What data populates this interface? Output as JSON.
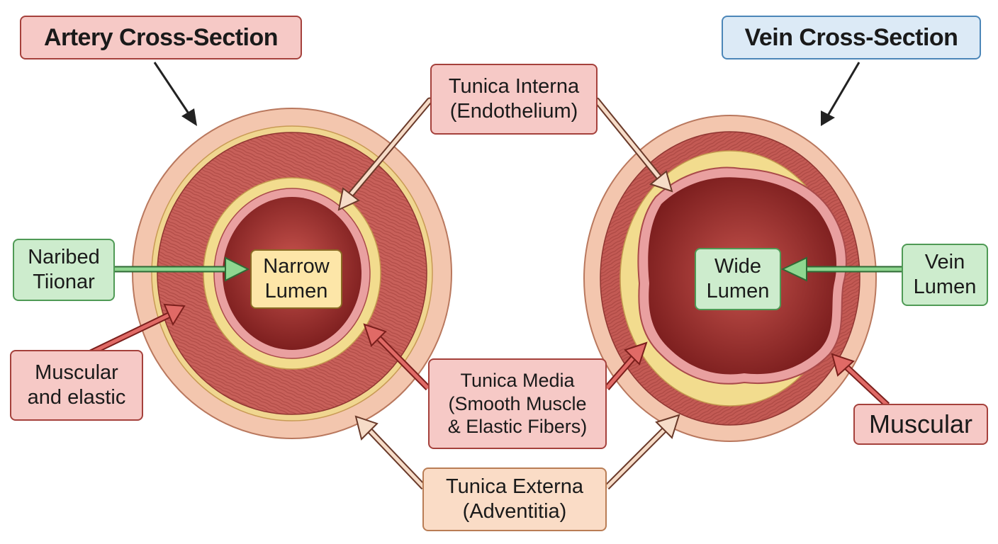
{
  "titles": {
    "artery": "Artery Cross-Section",
    "vein": "Vein Cross-Section"
  },
  "labels": {
    "tunica_interna": [
      "Tunica Interna",
      "(Endothelium)"
    ],
    "tunica_media": [
      "Tunica Media",
      "(Smooth Muscle",
      "& Elastic Fibers)"
    ],
    "tunica_externa": [
      "Tunica Externa",
      "(Adventitia)"
    ],
    "naribed": [
      "Naribed",
      "Tiionar"
    ],
    "narrow_lumen": [
      "Narrow",
      "Lumen"
    ],
    "muscular_elastic": [
      "Muscular",
      "and elastic"
    ],
    "wide_lumen": [
      "Wide",
      "Lumen"
    ],
    "vein_lumen": [
      "Vein",
      "Lumen"
    ],
    "muscular": "Muscular"
  },
  "colors": {
    "adventitia": "#f3c6ae",
    "media": "#c9605a",
    "elastic": "#f2dc8e",
    "endothelium": "#e9a0a0",
    "lumen": "#9c2f2d",
    "arrow_red": "#e06a66",
    "arrow_green": "#8fd690",
    "arrow_peach": "#f6dcc8"
  }
}
